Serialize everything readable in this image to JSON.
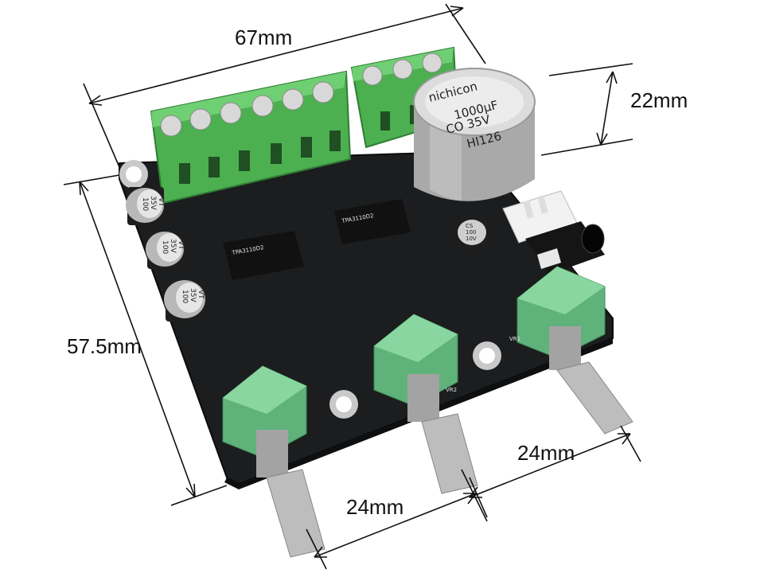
{
  "dimensions": {
    "width": "67mm",
    "height": "57.5mm",
    "depth": "22mm",
    "pot_spacing_right": "24mm",
    "pot_spacing_left": "24mm"
  },
  "capacitor_big": {
    "brand": "nichicon",
    "capacitance": "1000μF",
    "voltage": "CO 35V",
    "code": "HI126"
  },
  "capacitor_small": {
    "line1": "100",
    "line2": "35V",
    "line3": "VT"
  },
  "capacitor_tiny": {
    "line1": "CS",
    "line2": "100",
    "line3": "10V"
  },
  "chips": {
    "left": "TPA3110D2",
    "right": "TPA3110D2"
  },
  "pot_labels": {
    "vr1": "VR1",
    "vr2": "VR2"
  },
  "colors": {
    "pcb": "#1b1d1f",
    "terminal": "#4caf50",
    "pot_body": "#5fb37a",
    "shaft": "#b9b9b9"
  }
}
